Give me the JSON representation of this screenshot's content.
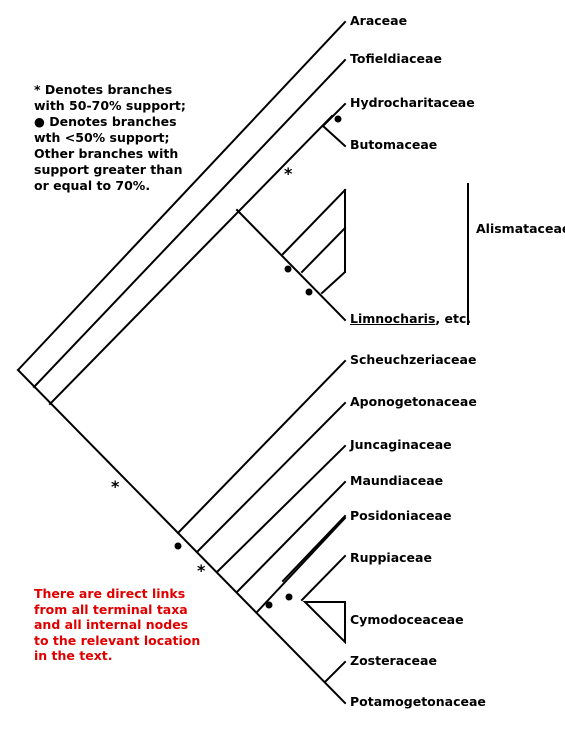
{
  "legend": {
    "line1": "* Denotes branches",
    "line2": "with 50-70% support;",
    "line3": "● Denotes branches",
    "line4": "wth <50% support;",
    "line5": "Other branches with",
    "line6": "support greater than",
    "line7": "or equal to 70%."
  },
  "note": {
    "line1": "There are direct links",
    "line2": "from all terminal taxa",
    "line3": "and all internal nodes",
    "line4": "to the relevant location",
    "line5": "in the text."
  },
  "clade": {
    "label": "Alismataceae"
  },
  "taxa": {
    "araceae": "Araceae",
    "tofieldiaceae": "Tofieldiaceae",
    "hydrocharitaceae": "Hydrocharitaceae",
    "butomaceae": "Butomaceae",
    "limnocharis": "Limnocharis",
    "limnocharis_suffix": ", etc.",
    "scheuchzeriaceae": "Scheuchzeriaceae",
    "aponogetonaceae": "Aponogetonaceae",
    "juncaginaceae": "Juncaginaceae",
    "maundiaceae": "Maundiaceae",
    "posidoniaceae": "Posidoniaceae",
    "ruppiaceae": "Ruppiaceae",
    "cymodoceaceae": "Cymodoceaceae",
    "zosteraceae": "Zosteraceae",
    "potamogetonaceae": "Potamogetonaceae"
  },
  "marks": {
    "star": "*"
  }
}
